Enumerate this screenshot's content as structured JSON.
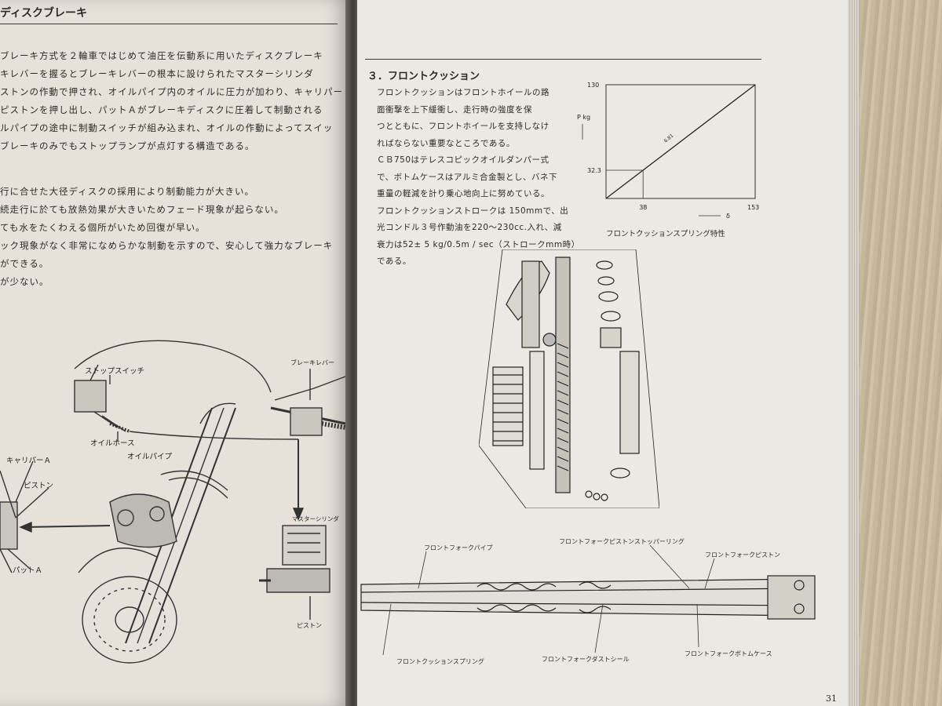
{
  "left_page": {
    "heading": "ディスクブレーキ",
    "paragraph": [
      "ブレーキ方式を２輪車ではじめて油圧を伝動系に用いたディスクブレーキ",
      "キレバーを握るとブレーキレバーの根本に設けられたマスターシリンダ",
      "ストンの作動で押され、オイルパイプ内のオイルに圧力が加わり、キャリパー",
      "ピストンを押し出し、パットＡがブレーキディスクに圧着して制動される",
      "ルパイプの途中に制動スイッチが組み込まれ、オイルの作動によってスイッ",
      "ブレーキのみでもストップランプが点灯する構造である。"
    ],
    "features": [
      "行に合せた大径ディスクの採用により制動能力が大きい。",
      "続走行に於ても放熱効果が大きいためフェード現象が起らない。",
      "ても水をたくわえる個所がいため回復が早い。",
      "ック現象がなく非常になめらかな制動を示すので、安心して強力なブレーキ",
      "ができる。",
      "が少ない。"
    ],
    "labels": {
      "stop_switch": "ストップスイッチ",
      "brake_lever": "ブレーキレバー",
      "oil_hose": "オイルホース",
      "oil_pipe": "オイルパイプ",
      "caliper_a": "キャリパーＡ",
      "piston": "ピストン",
      "pad_a": "パットＡ",
      "master_cylinder": "マスターシリンダ",
      "piston_small": "ピストン"
    }
  },
  "right_page": {
    "section_title": "３．フロントクッション",
    "paragraph": [
      "フロントクッションはフロントホイールの路",
      "面衝撃を上下緩衝し、走行時の強度を保",
      "つとともに、フロントホイールを支持しなけ",
      "ればならない重要なところである。",
      "ＣＢ750はテレスコピックオイルダンパー式",
      "で、ボトムケースはアルミ合金製とし、バネ下",
      "重量の軽減を計り乗心地向上に努めている。",
      "フロントクッションストロークは 150mmで、出",
      "光コンドル３号作動油を220〜230cc.入れ、減",
      "衰力は52± 5 kg/0.5m / sec（ストロークmm時）",
      "である。"
    ],
    "graph": {
      "y_top": "130",
      "y_mid": "32.3",
      "x_mid": "38",
      "x_end": "153",
      "y_unit": "P kg",
      "x_unit": "δ",
      "line_label": "6.81",
      "caption": "フロントクッションスプリング特性"
    },
    "parts_labels": {
      "fork_pipe": "フロントフォークパイプ",
      "piston_stopper_ring": "フロントフォークピストンストッパーリング",
      "fork_piston": "フロントフォークピストン",
      "cushion_spring": "フロントクッションスプリング",
      "dust_seal": "フロントフォークダストシール",
      "bottom_case": "フロントフォークボトムケース"
    },
    "page_number": "31"
  },
  "chart_data": {
    "type": "line",
    "title": "フロントクッションスプリング特性",
    "xlabel": "δ",
    "ylabel": "P kg",
    "x": [
      0,
      38,
      153
    ],
    "series": [
      {
        "values": [
          0,
          32.3,
          130
        ]
      }
    ],
    "xlim": [
      0,
      153
    ],
    "ylim": [
      0,
      130
    ],
    "x_ticks": [
      "38",
      "153"
    ],
    "y_ticks": [
      "32.3",
      "130"
    ],
    "annotation": "6.81"
  }
}
